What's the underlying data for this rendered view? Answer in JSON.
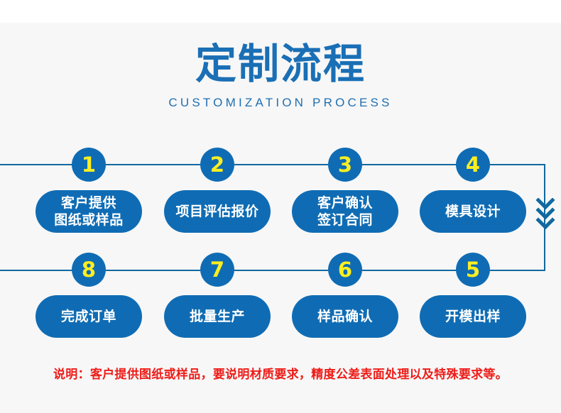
{
  "header": {
    "title": "定制流程",
    "subtitle": "CUSTOMIZATION PROCESS"
  },
  "colors": {
    "background": "#f7f7f7",
    "brand_blue": "#0f6cb4",
    "title_blue": "#1a6fb5",
    "line_blue": "#11699f",
    "badge_number_yellow": "#fcee21",
    "note_red": "#ee1c18",
    "pill_text": "#ffffff"
  },
  "flow": {
    "top_row": [
      {
        "number": "1",
        "label": "客户提供\n图纸或样品"
      },
      {
        "number": "2",
        "label": "项目评估报价"
      },
      {
        "number": "3",
        "label": "客户确认\n签订合同"
      },
      {
        "number": "4",
        "label": "模具设计"
      }
    ],
    "bottom_row": [
      {
        "number": "8",
        "label": "完成订单"
      },
      {
        "number": "7",
        "label": "批量生产"
      },
      {
        "number": "6",
        "label": "样品确认"
      },
      {
        "number": "5",
        "label": "开模出样"
      }
    ]
  },
  "note": "说明：客户提供图纸或样品，要说明材质要求，精度公差表面处理以及特殊要求等。"
}
